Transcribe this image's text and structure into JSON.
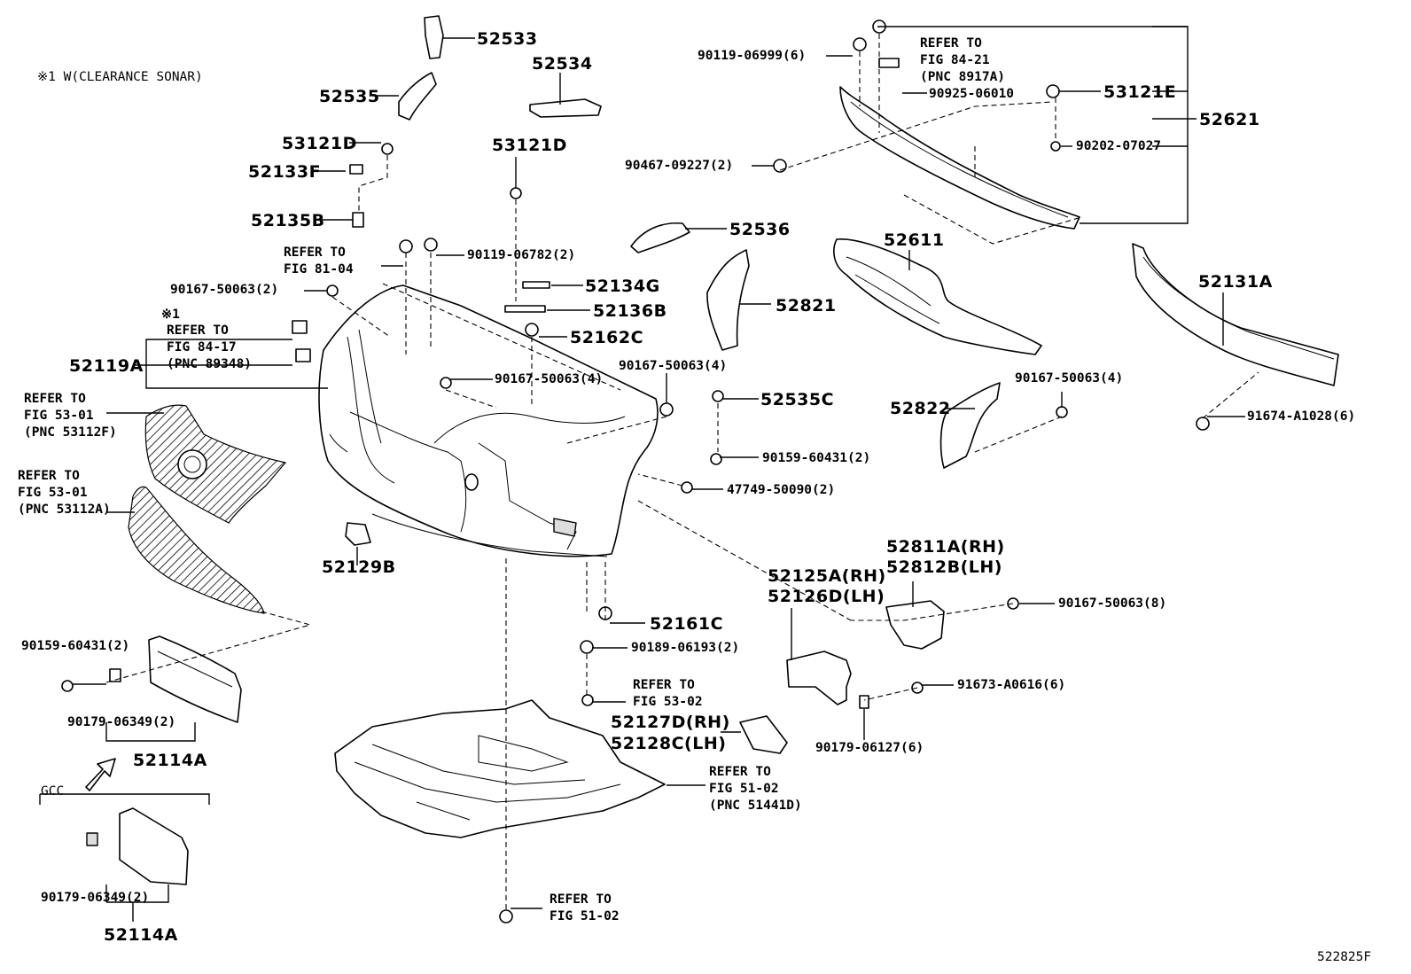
{
  "diagram_id": "522825F",
  "note_w": "※1 W(CLEARANCE SONAR)",
  "gcc_label": "GCC",
  "parts": {
    "p52533": "52533",
    "p52534": "52534",
    "p52535": "52535",
    "p53121D_a": "53121D",
    "p52133F": "52133F",
    "p52135B": "52135B",
    "p53121D_b": "53121D",
    "p90119_06782": "90119-06782(2)",
    "p90167_50063_a": "90167-50063(2)",
    "p52134G": "52134G",
    "p52136B": "52136B",
    "p52162C": "52162C",
    "p52119A": "52119A",
    "p90167_50063_b": "90167-50063(4)",
    "p90167_50063_c": "90167-50063(4)",
    "p52535C": "52535C",
    "p90159_60431_a": "90159-60431(2)",
    "p47749_50090": "47749-50090(2)",
    "p52536": "52536",
    "p52821": "52821",
    "p52611": "52611",
    "p52822": "52822",
    "p90167_50063_d": "90167-50063(4)",
    "p52131A": "52131A",
    "p91674_A1028": "91674-A1028(6)",
    "p90119_06999": "90119-06999(6)",
    "p90925_06010": "90925-06010",
    "p53121E": "53121E",
    "p52621": "52621",
    "p90202_07027": "90202-07027",
    "p90467_09227": "90467-09227(2)",
    "p52129B": "52129B",
    "p52125A": "52125A(RH)",
    "p52126D": "52126D(LH)",
    "p52811A": "52811A(RH)",
    "p52812B": "52812B(LH)",
    "p90167_50063_e": "90167-50063(8)",
    "p91673_A0616": "91673-A0616(6)",
    "p90179_06127": "90179-06127(6)",
    "p52161C": "52161C",
    "p90189_06193": "90189-06193(2)",
    "p52127D": "52127D(RH)",
    "p52128C": "52128C(LH)",
    "p90159_60431_b": "90159-60431(2)",
    "p90179_06349_a": "90179-06349(2)",
    "p52114A_a": "52114A",
    "p90179_06349_b": "90179-06349(2)",
    "p52114A_b": "52114A"
  },
  "refs": {
    "r81_04": [
      "REFER TO",
      "FIG 81-04"
    ],
    "r84_17_mark": "※1",
    "r84_17": [
      "REFER TO",
      "FIG 84-17",
      "(PNC 89348)"
    ],
    "r53_01_a": [
      "REFER TO",
      "FIG 53-01",
      "(PNC 53112F)"
    ],
    "r53_01_b": [
      "REFER TO",
      "FIG 53-01",
      "(PNC 53112A)"
    ],
    "r84_21": [
      "REFER TO",
      "FIG 84-21",
      "(PNC 8917A)"
    ],
    "r53_02": [
      "REFER TO",
      "FIG 53-02"
    ],
    "r51_02_a": [
      "REFER TO",
      "FIG 51-02",
      "(PNC 51441D)"
    ],
    "r51_02_b": [
      "REFER TO",
      "FIG 51-02"
    ]
  }
}
